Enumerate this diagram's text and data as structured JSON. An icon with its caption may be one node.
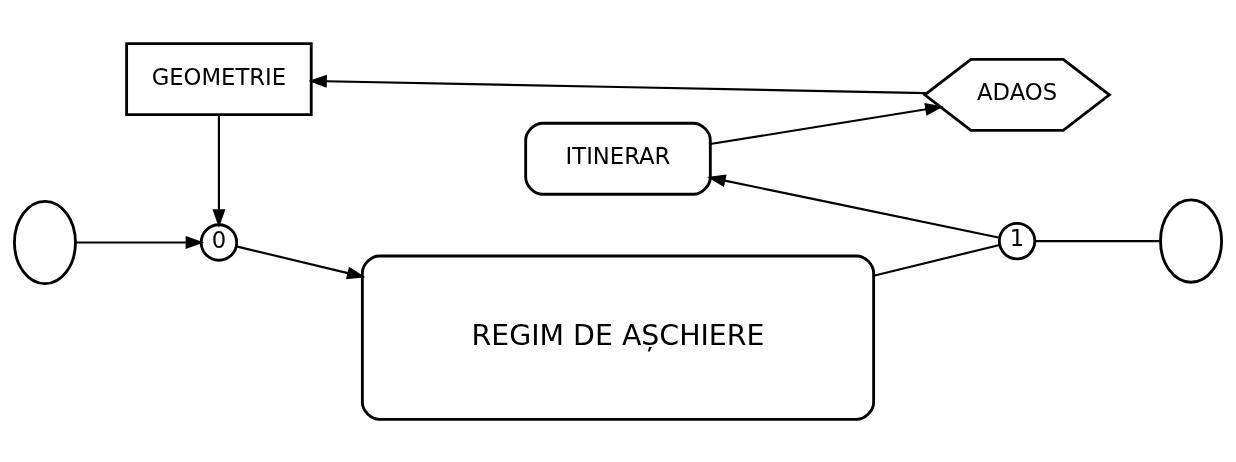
{
  "diagram": {
    "nodes": [
      {
        "text": [],
        "shape": "oval"
      },
      {
        "text": [
          "0"
        ]
      },
      {
        "text": [
          "REGIM DE AȘCHIERE"
        ]
      },
      {
        "text": [
          "1"
        ]
      },
      {
        "text": [],
        "shape": "oval"
      },
      {
        "text": [
          "ITINERAR"
        ]
      },
      {
        "text": [
          "ADAOS"
        ]
      },
      {
        "text": [
          "GEOMETRIE"
        ]
      }
    ],
    "edges": [
      {
        "from": 0,
        "to": 1,
        "arrow": "to"
      },
      {
        "from": 1,
        "to": 2,
        "arrow": "to"
      },
      {
        "from": 2,
        "to": 3,
        "arrow": "none"
      },
      {
        "from": 3,
        "to": 4,
        "arrow": "none"
      },
      {
        "from": 3,
        "to": 5,
        "arrow": "to"
      },
      {
        "from": 5,
        "to": 6,
        "arrow": "to"
      },
      {
        "from": 6,
        "to": 7,
        "arrow": "to"
      },
      {
        "from": 7,
        "to": 1,
        "arrow": "to"
      }
    ]
  }
}
